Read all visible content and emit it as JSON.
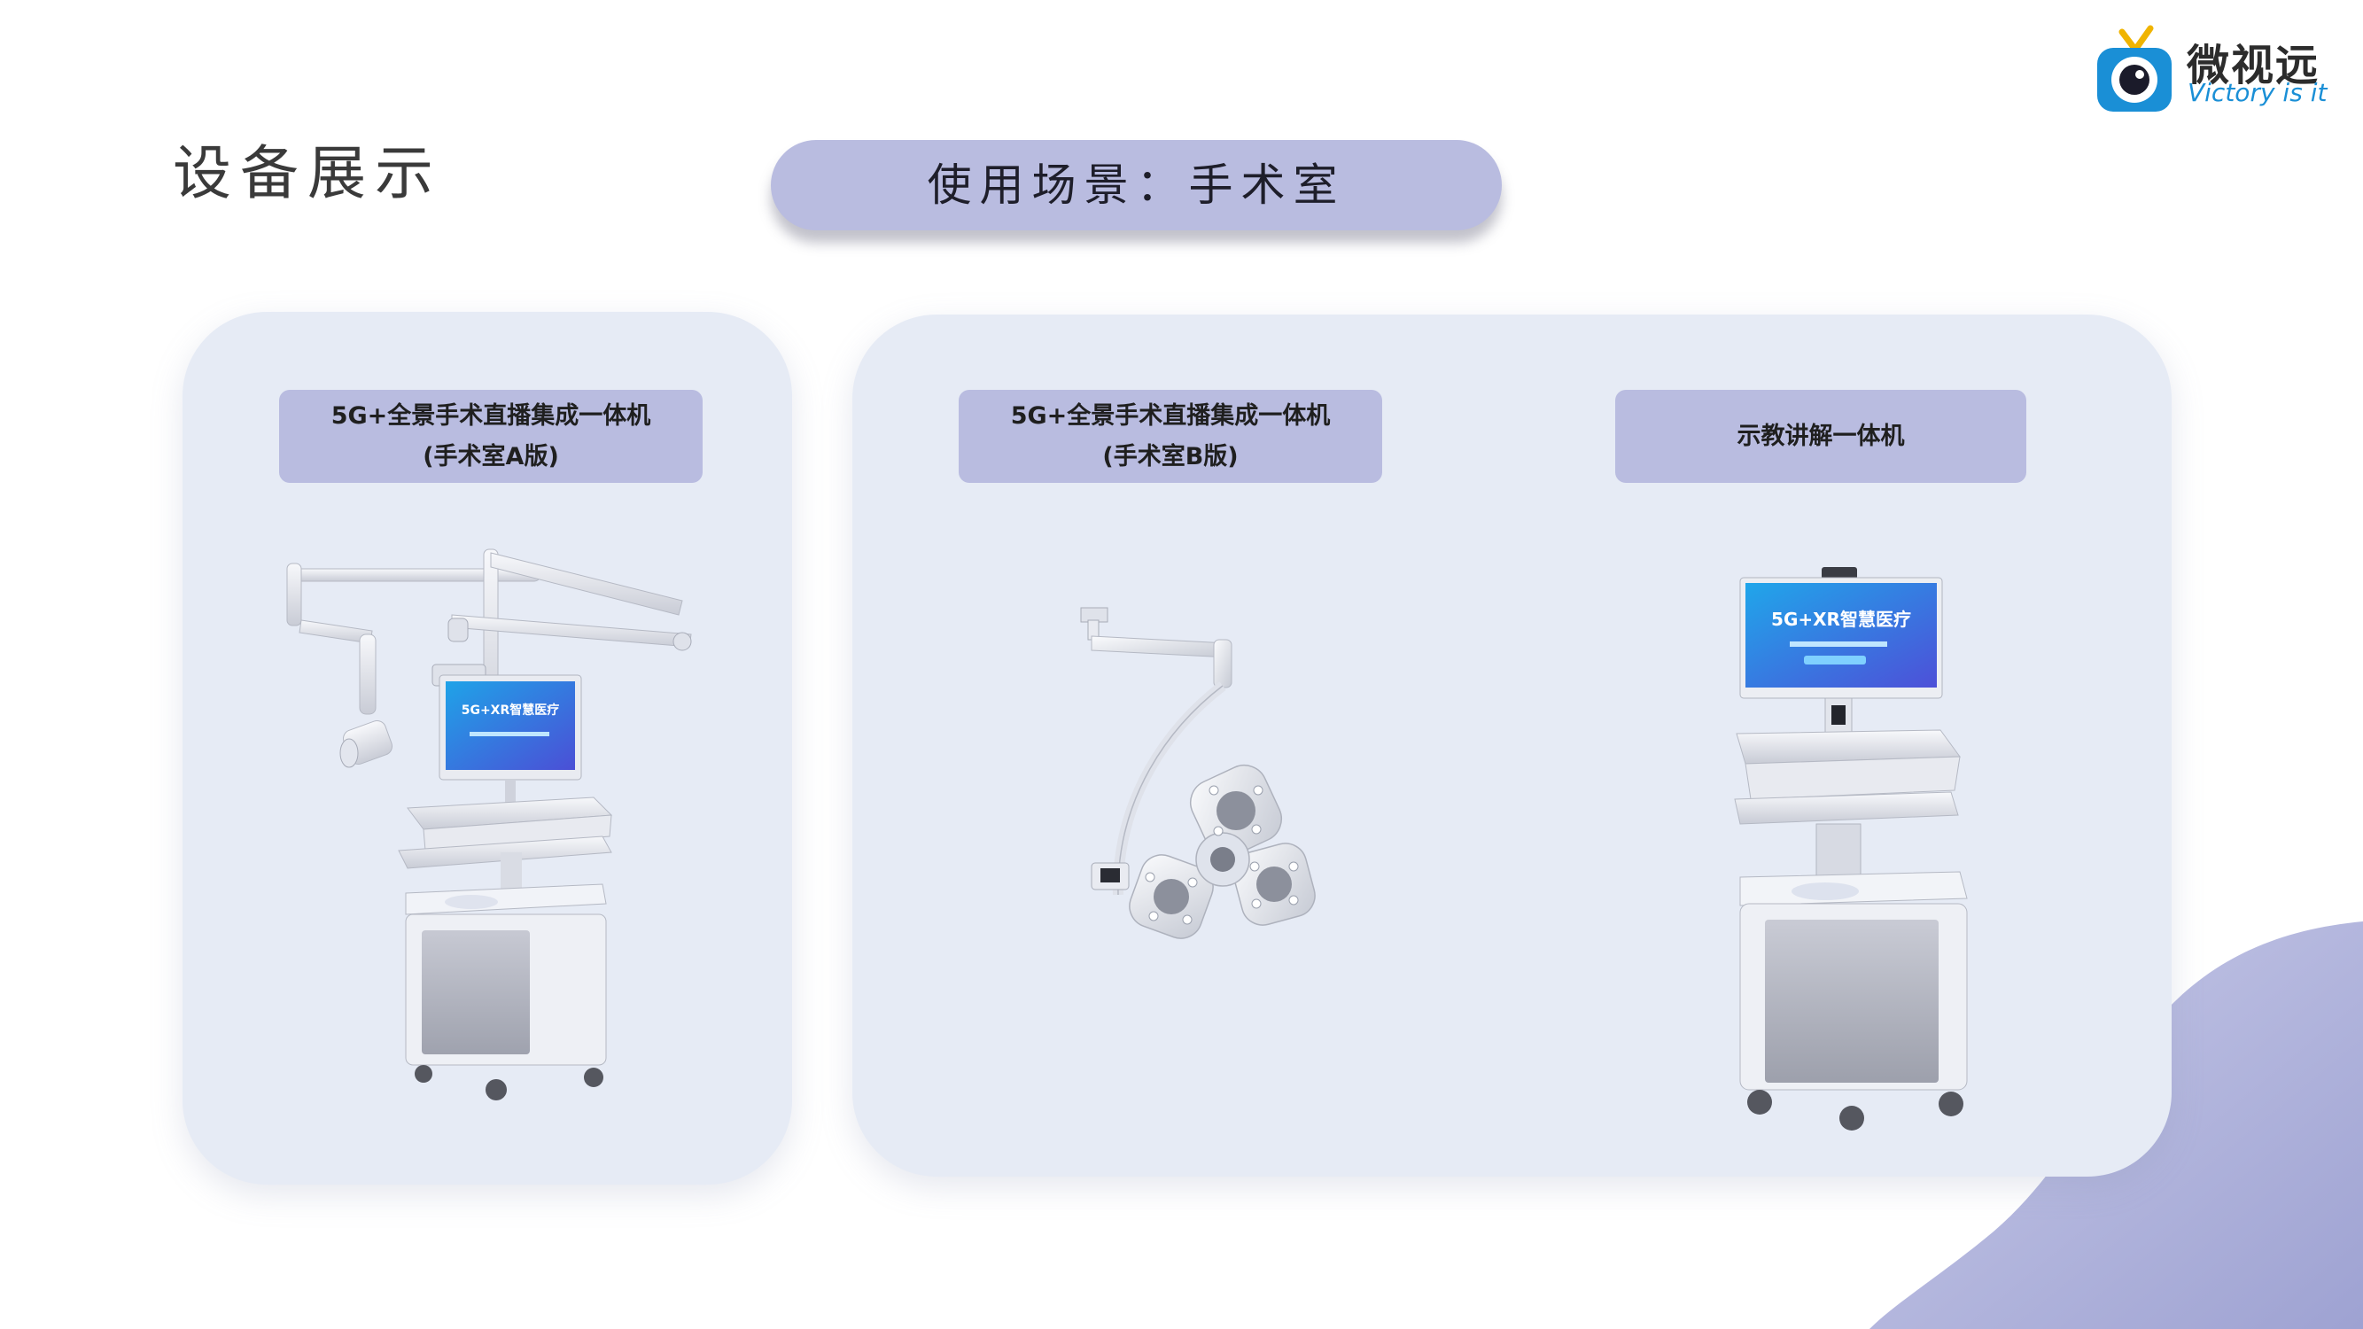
{
  "page": {
    "title": "设备展示"
  },
  "logo": {
    "name_cn": "微视远",
    "slogan": "Victory is it",
    "icon": "camera-eye-icon",
    "accent_color": "#1a8fd6",
    "highlight_color": "#f0b400"
  },
  "scene": {
    "label": "使用场景：手术室"
  },
  "devices": [
    {
      "line1": "5G+全景手术直播集成一体机",
      "line2": "(手术室A版)",
      "image": "surgical-arm-cart-device"
    },
    {
      "line1": "5G+全景手术直播集成一体机",
      "line2": "(手术室B版)",
      "image": "ceiling-surgical-light-device"
    },
    {
      "line1": "示教讲解一体机",
      "line2": "",
      "image": "teaching-cart-device"
    }
  ],
  "screen": {
    "headline": "5G+XR智慧医疗"
  },
  "colors": {
    "pill": "#b9bce0",
    "panel": "#e6ebf5",
    "wave": "#a9acd8"
  }
}
